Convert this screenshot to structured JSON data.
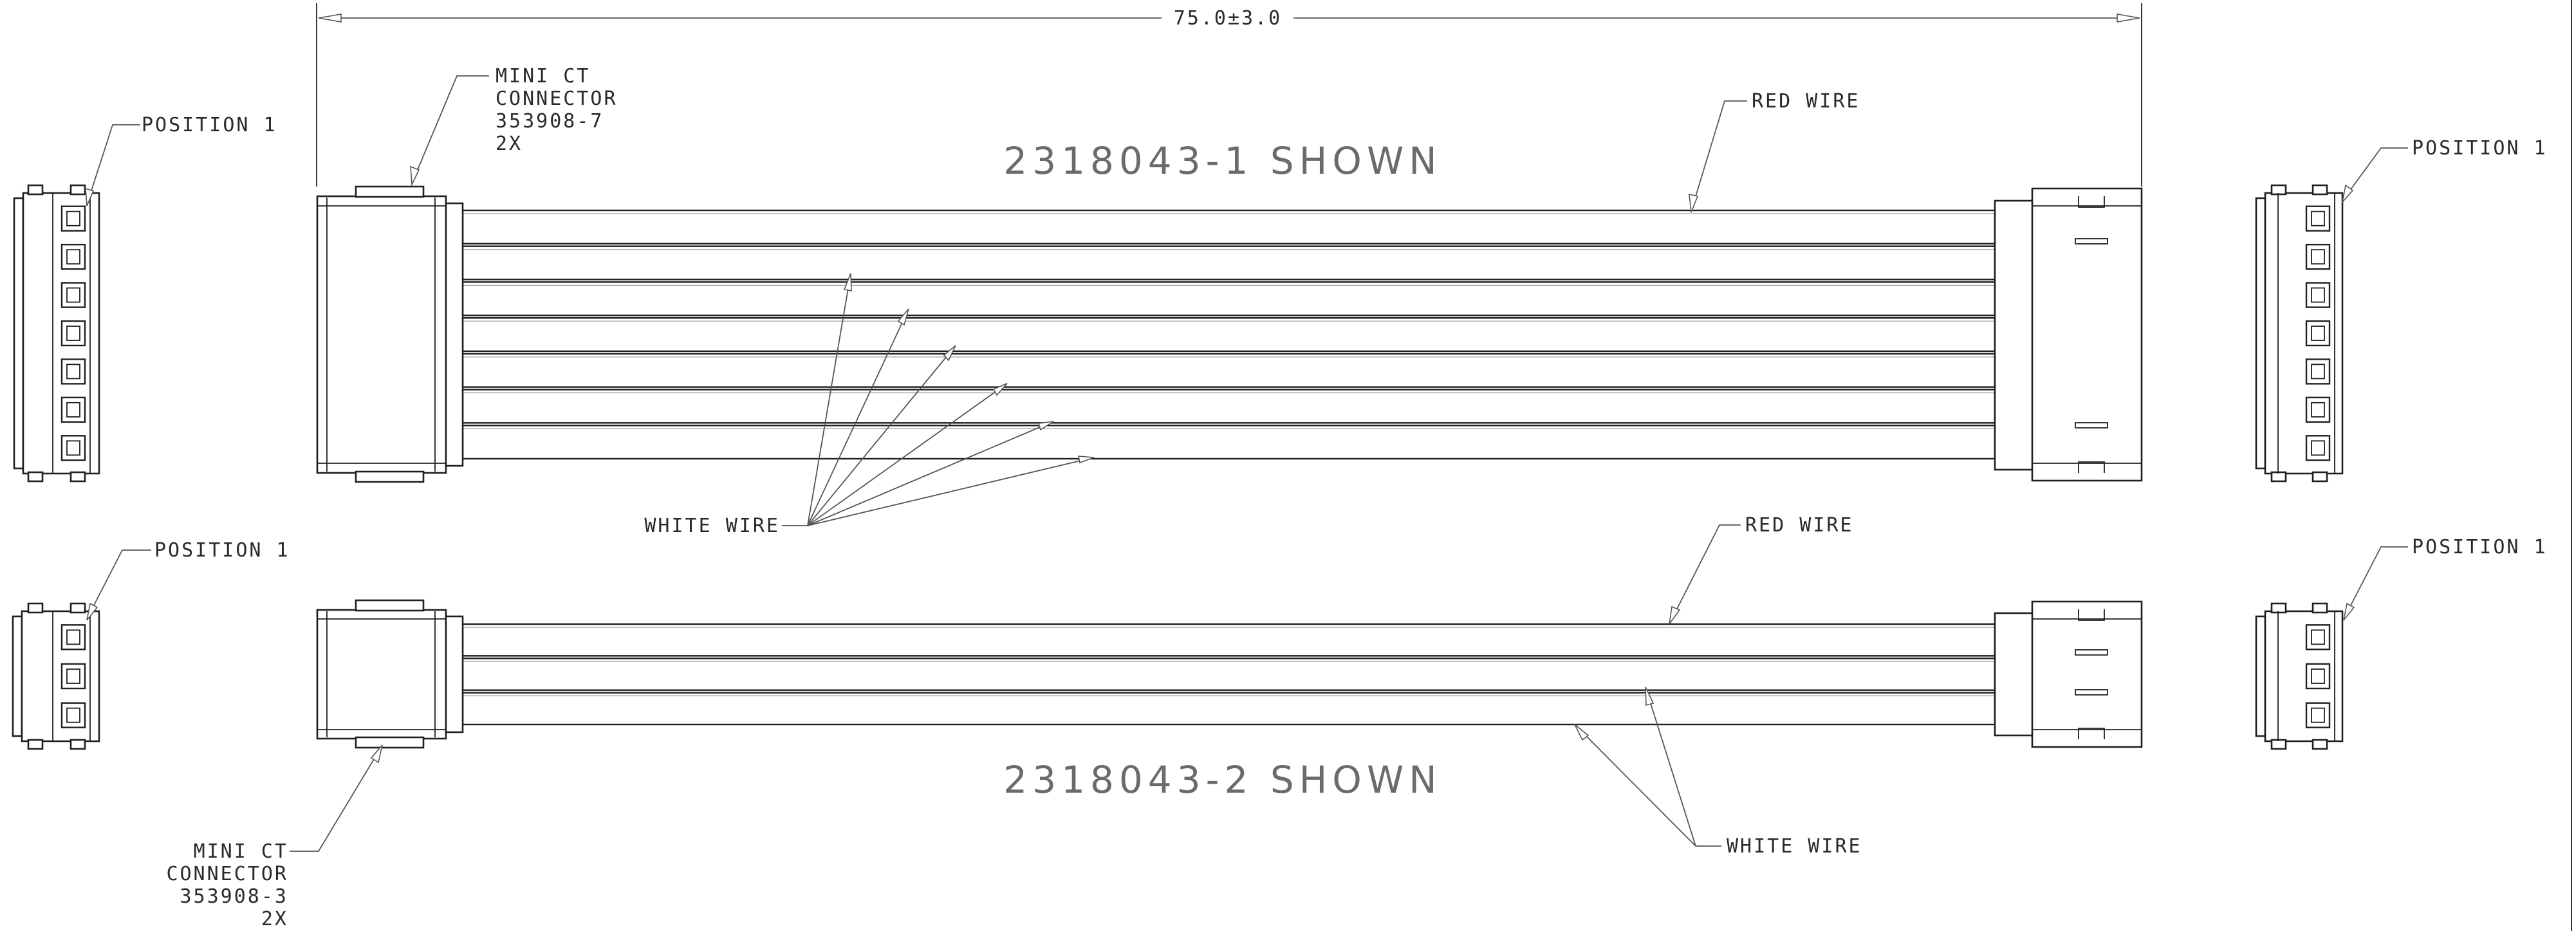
{
  "dimension": {
    "text": "75.0±3.0"
  },
  "assembly_top": {
    "title": "2318043-1 SHOWN",
    "connector_label": [
      "MINI CT",
      "CONNECTOR",
      "353908-7",
      "2X"
    ],
    "red_wire_label": "RED WIRE",
    "white_wire_label": "WHITE WIRE",
    "position_left": "POSITION 1",
    "position_right": "POSITION 1",
    "wire_count": 7
  },
  "assembly_bottom": {
    "title": "2318043-2 SHOWN",
    "connector_label": [
      "MINI CT",
      "CONNECTOR",
      "353908-3",
      "2X"
    ],
    "red_wire_label": "RED WIRE",
    "white_wire_label": "WHITE WIRE",
    "position_left": "POSITION 1",
    "position_right": "POSITION 1",
    "wire_count": 3
  }
}
